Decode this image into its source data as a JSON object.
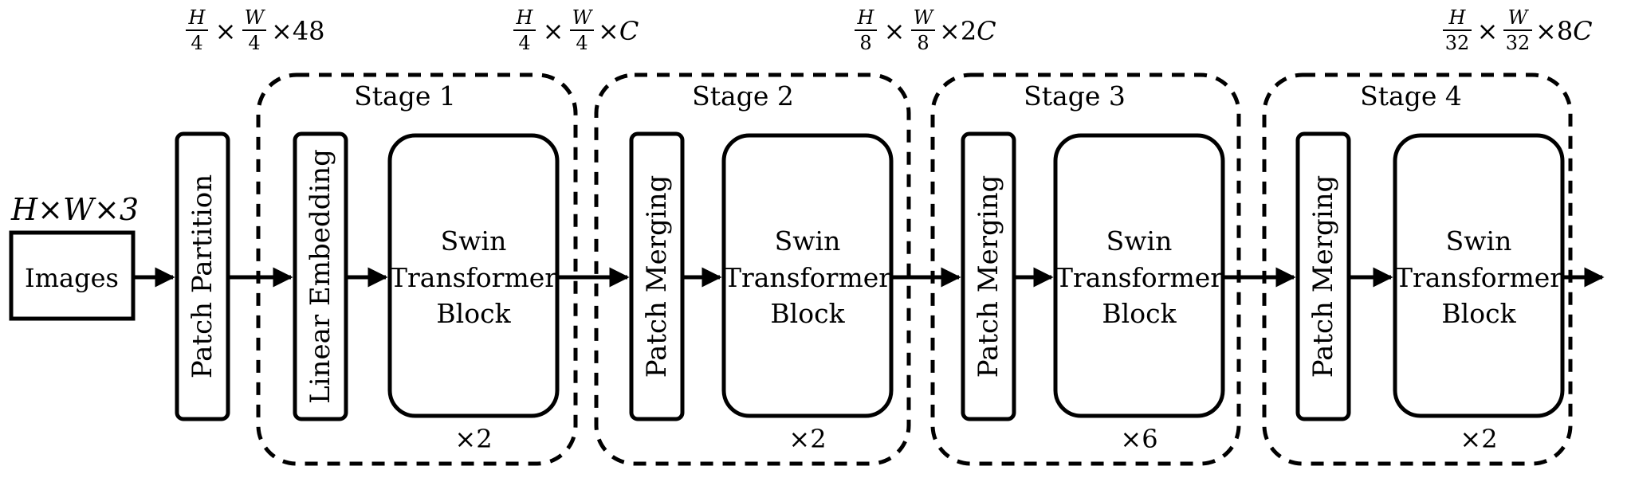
{
  "input": {
    "label": "Images",
    "dims": "H×W×3"
  },
  "patch_partition": {
    "label": "Patch Partition"
  },
  "dims": {
    "after_partition": {
      "num_a": "H",
      "den_a": "4",
      "num_b": "W",
      "den_b": "4",
      "tail": "×48"
    },
    "stage1": {
      "num_a": "H",
      "den_a": "4",
      "num_b": "W",
      "den_b": "4",
      "tail_prefix": "×",
      "tail_c": "C"
    },
    "stage2": {
      "num_a": "H",
      "den_a": "8",
      "num_b": "W",
      "den_b": "8",
      "tail_prefix": "×2",
      "tail_c": "C"
    },
    "stage4": {
      "num_a": "H",
      "den_a": "32",
      "num_b": "W",
      "den_b": "32",
      "tail_prefix": "×8",
      "tail_c": "C"
    }
  },
  "stages": [
    {
      "title": "Stage 1",
      "first_block": "Linear Embedding",
      "block_lines": [
        "Swin",
        "Transformer",
        "Block"
      ],
      "repeat": "×2"
    },
    {
      "title": "Stage 2",
      "first_block": "Patch Merging",
      "block_lines": [
        "Swin",
        "Transformer",
        "Block"
      ],
      "repeat": "×2"
    },
    {
      "title": "Stage 3",
      "first_block": "Patch Merging",
      "block_lines": [
        "Swin",
        "Transformer",
        "Block"
      ],
      "repeat": "×6"
    },
    {
      "title": "Stage 4",
      "first_block": "Patch Merging",
      "block_lines": [
        "Swin",
        "Transformer",
        "Block"
      ],
      "repeat": "×2"
    }
  ]
}
